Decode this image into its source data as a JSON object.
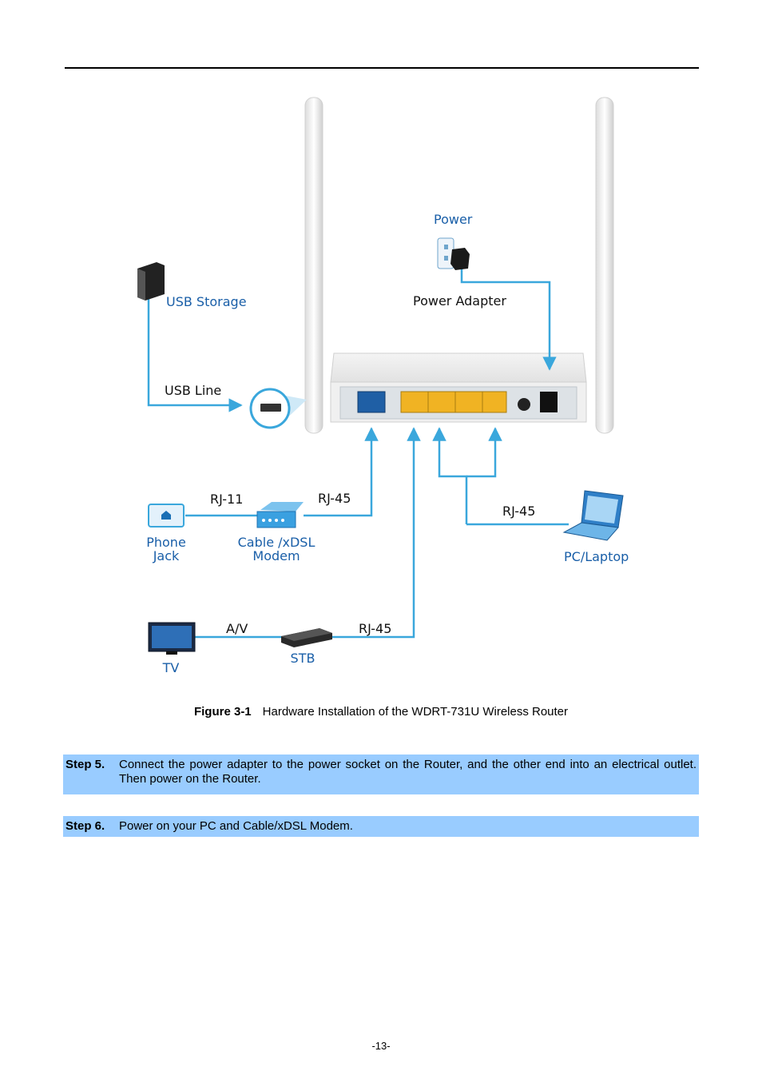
{
  "diagram": {
    "labels": {
      "power": "Power",
      "power_adapter": "Power Adapter",
      "usb_storage": "USB Storage",
      "usb_line": "USB Line",
      "rj11": "RJ-11",
      "rj45_modem": "RJ-45",
      "phone_jack_1": "Phone",
      "phone_jack_2": "Jack",
      "modem_1": "Cable /xDSL",
      "modem_2": "Modem",
      "rj45_pc": "RJ-45",
      "pc_laptop": "PC/Laptop",
      "av": "A/V",
      "rj45_stb": "RJ-45",
      "tv": "TV",
      "stb": "STB"
    }
  },
  "caption": {
    "label": "Figure 3-1",
    "text": "Hardware Installation of the WDRT-731U Wireless Router"
  },
  "steps": [
    {
      "num": "Step 5.",
      "text": "Connect the power adapter to the power socket on the Router, and the other end into an electrical outlet. Then power on the Router."
    },
    {
      "num": "Step 6.",
      "text": "Power on your PC and Cable/xDSL Modem."
    }
  ],
  "page_number": "-13-",
  "colors": {
    "line": "#3aa7dc",
    "label_blue": "#1a5fa8",
    "step_bg": "#99ccff",
    "port_yellow": "#f0b323",
    "port_blue": "#1f5fa5"
  }
}
